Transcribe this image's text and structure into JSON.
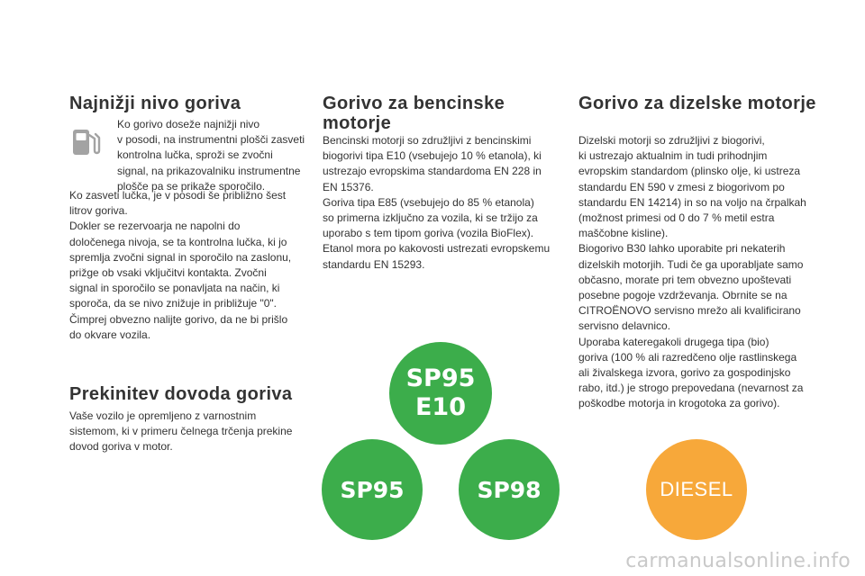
{
  "low_fuel": {
    "title": "Najnižji nivo goriva",
    "indent_lines": [
      "Ko gorivo doseže najnižji nivo",
      "v posodi, na instrumentni plošči zasveti",
      "kontrolna lučka, sproži se zvočni",
      "signal, na prikazovalniku instrumentne",
      "plošče pa se prikaže sporočilo."
    ],
    "lines": [
      "Ko zasveti lučka, je v posodi še približno šest",
      "litrov goriva.",
      "Dokler se rezervoarja ne napolni do",
      "določenega nivoja, se ta kontrolna lučka, ki jo",
      "spremlja zvočni signal in sporočilo na zaslonu,",
      "prižge ob vsaki vključitvi kontakta. Zvočni",
      "signal in sporočilo se ponavljata na način, ki",
      "sporoča, da se nivo znižuje in približuje \"0\".",
      "Čimprej obvezno nalijte gorivo, da ne bi prišlo",
      "do okvare vozila."
    ],
    "icon": "fuel-pump-icon"
  },
  "fuel_cutoff": {
    "title": "Prekinitev dovoda goriva",
    "lines": [
      "Vaše vozilo je opremljeno z varnostnim",
      "sistemom, ki v primeru čelnega trčenja prekine",
      "dovod goriva v motor."
    ]
  },
  "petrol": {
    "title_lines": [
      "Gorivo za bencinske",
      "motorje"
    ],
    "lines": [
      "Bencinski motorji so združljivi z bencinskimi",
      "biogorivi tipa E10 (vsebujejo 10 % etanola), ki",
      "ustrezajo evropskima standardoma EN 228 in",
      "EN 15376.",
      "Goriva tipa E85 (vsebujejo do 85 % etanola)",
      "so primerna izključno za vozila, ki se tržijo za",
      "uporabo s tem tipom goriva (vozila BioFlex).",
      "Etanol mora po kakovosti ustrezati evropskemu",
      "standardu EN 15293."
    ]
  },
  "diesel": {
    "title": "Gorivo za dizelske motorje",
    "lines": [
      "Dizelski motorji so združljivi z biogorivi,",
      "ki ustrezajo aktualnim in tudi prihodnjim",
      "evropskim standardom (plinsko olje, ki ustreza",
      "standardu EN 590 v zmesi z biogorivom po",
      "standardu EN 14214) in so na voljo na črpalkah",
      "(možnost primesi od 0 do 7 % metil estra",
      "maščobne kisline).",
      "Biogorivo B30 lahko uporabite pri nekaterih",
      "dizelskih motorjih. Tudi če ga uporabljate samo",
      "občasno, morate pri tem obvezno upoštevati",
      "posebne pogoje vzdrževanja. Obrnite se na",
      "CITROËNOVO servisno mrežo ali kvalificirano",
      "servisno delavnico.",
      "Uporaba kateregakoli drugega tipa (bio)",
      "goriva (100 % ali razredčeno olje rastlinskega",
      "ali živalskega izvora, gorivo za gospodinjsko",
      "rabo, itd.) je strogo prepovedana (nevarnost za",
      "poškodbe motorja in krogotoka za gorivo)."
    ]
  },
  "badges": {
    "sp95_e10": [
      "SP95",
      "E10"
    ],
    "sp95": "SP95",
    "sp98": "SP98",
    "diesel": "DIESEL"
  },
  "colors": {
    "green": "#3cad4b",
    "orange": "#f7a83a",
    "icon_grey": "#a3a3a3"
  },
  "watermark": "carmanualsonline.info"
}
